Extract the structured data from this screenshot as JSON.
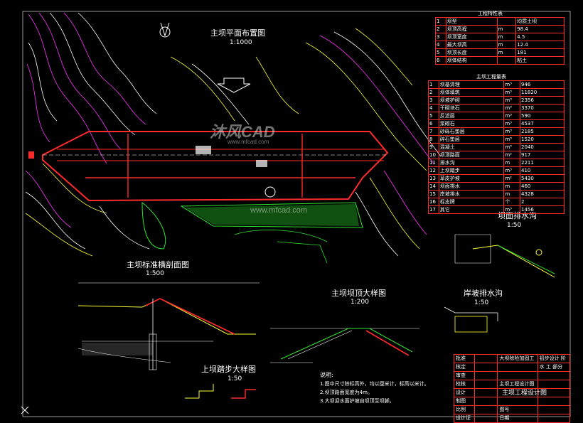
{
  "drawing": {
    "plan_title": "主坝平面布置图",
    "plan_scale": "1:1000",
    "section_title": "主坝标准横剖面图",
    "section_scale": "1:500",
    "crest_title": "主坝坝顶大样图",
    "crest_scale": "1:200",
    "step_title": "上坝踏步大样图",
    "step_scale": "1:50",
    "drain_top_title": "坝面排水沟",
    "drain_top_scale": "1:50",
    "drain_bank_title": "岸坡排水沟",
    "drain_bank_scale": "1:50",
    "notes_title": "说明:",
    "notes": [
      "1.图中尺寸除标高外，均以厘米计，标高以米计。",
      "2.坝顶路面宽度为4m。",
      "3.大坝迎水面护坡自坝顶至坝脚。"
    ]
  },
  "watermark": {
    "brand": "沐风CAD",
    "url": "www.mfcad.com"
  },
  "table_features": {
    "title": "工程特性表",
    "rows": [
      [
        "1",
        "坝型",
        "",
        "均质土坝"
      ],
      [
        "2",
        "坝顶高程",
        "m",
        "98.4"
      ],
      [
        "3",
        "坝顶宽度",
        "m",
        "4.5"
      ],
      [
        "4",
        "最大坝高",
        "m",
        "12.4"
      ],
      [
        "5",
        "坝顶长度",
        "m",
        "181"
      ],
      [
        "6",
        "坝体结构",
        "",
        "粘土"
      ]
    ]
  },
  "table_quantities": {
    "title": "主坝工程量表",
    "rows": [
      [
        "1",
        "坝基清理",
        "m³",
        "946"
      ],
      [
        "2",
        "坝体填筑",
        "m³",
        "11820"
      ],
      [
        "3",
        "坝坡护砌",
        "m³",
        "2356"
      ],
      [
        "4",
        "干砌块石",
        "m³",
        "3370"
      ],
      [
        "5",
        "反滤层",
        "m³",
        "590"
      ],
      [
        "6",
        "浆砌石",
        "m³",
        "4537"
      ],
      [
        "7",
        "砂砾石垫层",
        "m³",
        "2185"
      ],
      [
        "8",
        "碎石垫层",
        "m³",
        "1520"
      ],
      [
        "9",
        "混凝土",
        "m³",
        "2040"
      ],
      [
        "10",
        "坝顶路面",
        "m²",
        "917"
      ],
      [
        "11",
        "排水沟",
        "m",
        "2211"
      ],
      [
        "12",
        "上坝踏步",
        "m³",
        "410"
      ],
      [
        "13",
        "草皮护坡",
        "m²",
        "5430"
      ],
      [
        "14",
        "坝面排水",
        "m",
        "460"
      ],
      [
        "15",
        "岸坡排水",
        "m",
        "4328"
      ],
      [
        "16",
        "标志牌",
        "个",
        "2"
      ],
      [
        "17",
        "其它",
        "m³",
        "1456"
      ]
    ]
  },
  "title_block": {
    "rows": [
      [
        "批准",
        "",
        "大坝除险加固工程",
        "初步设计  阶段"
      ],
      [
        "核定",
        "",
        "",
        "水 工  部分"
      ],
      [
        "审查",
        "",
        "",
        ""
      ],
      [
        "校核",
        "",
        "主坝工程设计图",
        ""
      ],
      [
        "设计",
        "",
        "",
        ""
      ],
      [
        "制图",
        "",
        "",
        ""
      ],
      [
        "比例",
        "",
        "图号",
        ""
      ],
      [
        "设计证号",
        "",
        "日期",
        ""
      ]
    ],
    "drawing_name": "主坝工程设计图"
  },
  "colors": {
    "red": "#ff2a2a",
    "yellow": "#ffff33",
    "magenta": "#ff33ff",
    "green": "#2ee62e",
    "white": "#ffffff",
    "cyan": "#33ffff"
  }
}
